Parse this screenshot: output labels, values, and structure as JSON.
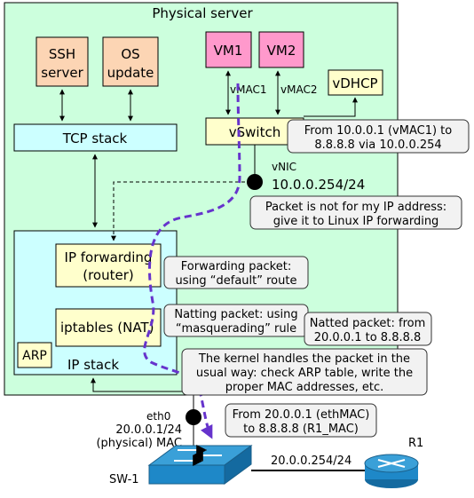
{
  "colors": {
    "server_fill": "#ccffdd",
    "box_orange": "#fcd5b4",
    "box_pink": "#ff99cc",
    "box_yellow": "#ffffcc",
    "box_cyan": "#ccffff",
    "callout_fill": "#f2f2f2",
    "path_color": "#6633cc"
  },
  "server": {
    "title": "Physical server"
  },
  "boxes": {
    "ssh_line1": "SSH",
    "ssh_line2": "server",
    "os_line1": "OS",
    "os_line2": "update",
    "vm1": "VM1",
    "vm2": "VM2",
    "vdhcp": "vDHCP",
    "vswitch": "vSwitch",
    "tcp_stack": "TCP stack",
    "ip_fwd_line1": "IP forwarding",
    "ip_fwd_line2": "(router)",
    "iptables": "iptables (NAT)",
    "arp": "ARP",
    "ip_stack": "IP stack"
  },
  "labels": {
    "vmac1": "vMAC1",
    "vmac2": "vMAC2",
    "vnic": "vNIC",
    "vnic_ip": "10.0.0.254/24",
    "eth0": "eth0",
    "eth0_ip": "20.0.0.1/24",
    "eth0_mac": "(physical) MAC",
    "sw1": "SW-1",
    "r1": "R1",
    "link_ip": "20.0.0.254/24"
  },
  "callouts": {
    "c1_line1": "From 10.0.0.1 (vMAC1) to",
    "c1_line2": "8.8.8.8 via 10.0.0.254",
    "c2_line1": "Packet is not for my IP address:",
    "c2_line2": "give it to Linux IP forwarding",
    "c3_line1": "Forwarding packet:",
    "c3_line2": "using “default” route",
    "c4_line1": "Natting packet: using",
    "c4_line2": "“masquerading” rule",
    "c5_line1": "Natted packet: from",
    "c5_line2": "20.0.0.1 to 8.8.8.8",
    "c6_line1": "The kernel handles the packet in the",
    "c6_line2": "usual way: check ARP table, write the",
    "c6_line3": "proper MAC addresses, etc.",
    "c7_line1": "From 20.0.0.1 (ethMAC)",
    "c7_line2": "to 8.8.8.8 (R1_MAC)"
  }
}
